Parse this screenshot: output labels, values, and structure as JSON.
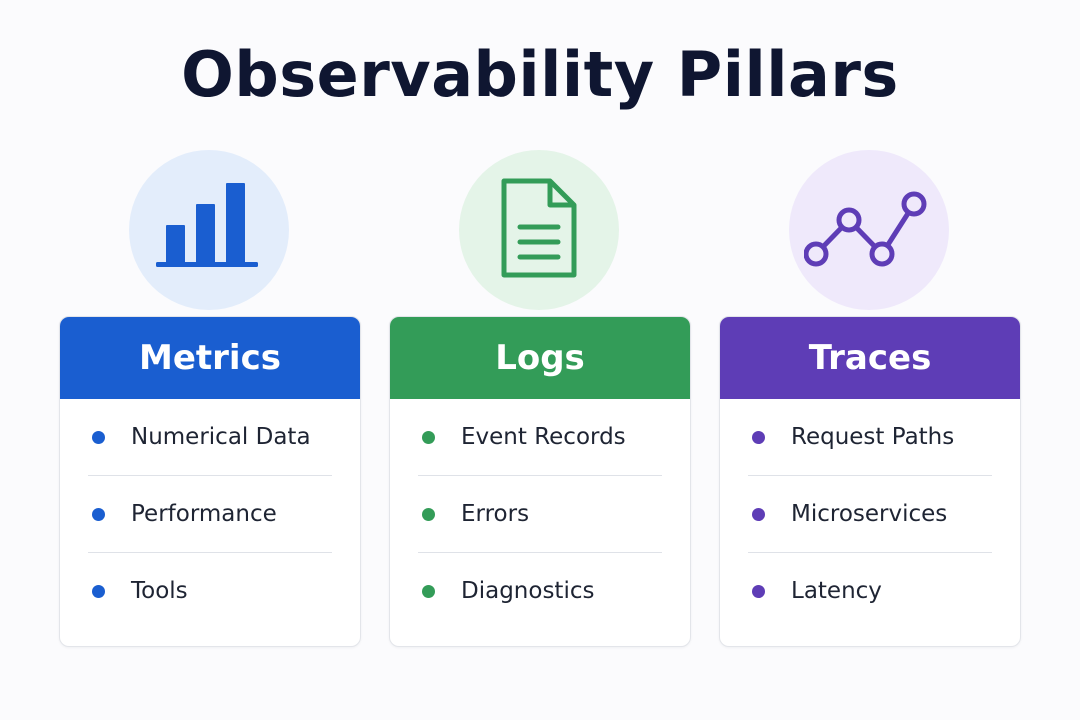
{
  "title": "Observability Pillars",
  "pillars": [
    {
      "name": "Metrics",
      "icon": "bar-chart-icon",
      "color": "#1a5ed0",
      "icon_bg": "#e3edfb",
      "items": [
        "Numerical Data",
        "Performance",
        "Tools"
      ]
    },
    {
      "name": "Logs",
      "icon": "document-icon",
      "color": "#339c58",
      "icon_bg": "#e4f4e8",
      "items": [
        "Event Records",
        "Errors",
        "Diagnostics"
      ]
    },
    {
      "name": "Traces",
      "icon": "trace-path-icon",
      "color": "#5e3db6",
      "icon_bg": "#efe9fb",
      "items": [
        "Request Paths",
        "Microservices",
        "Latency"
      ]
    }
  ]
}
